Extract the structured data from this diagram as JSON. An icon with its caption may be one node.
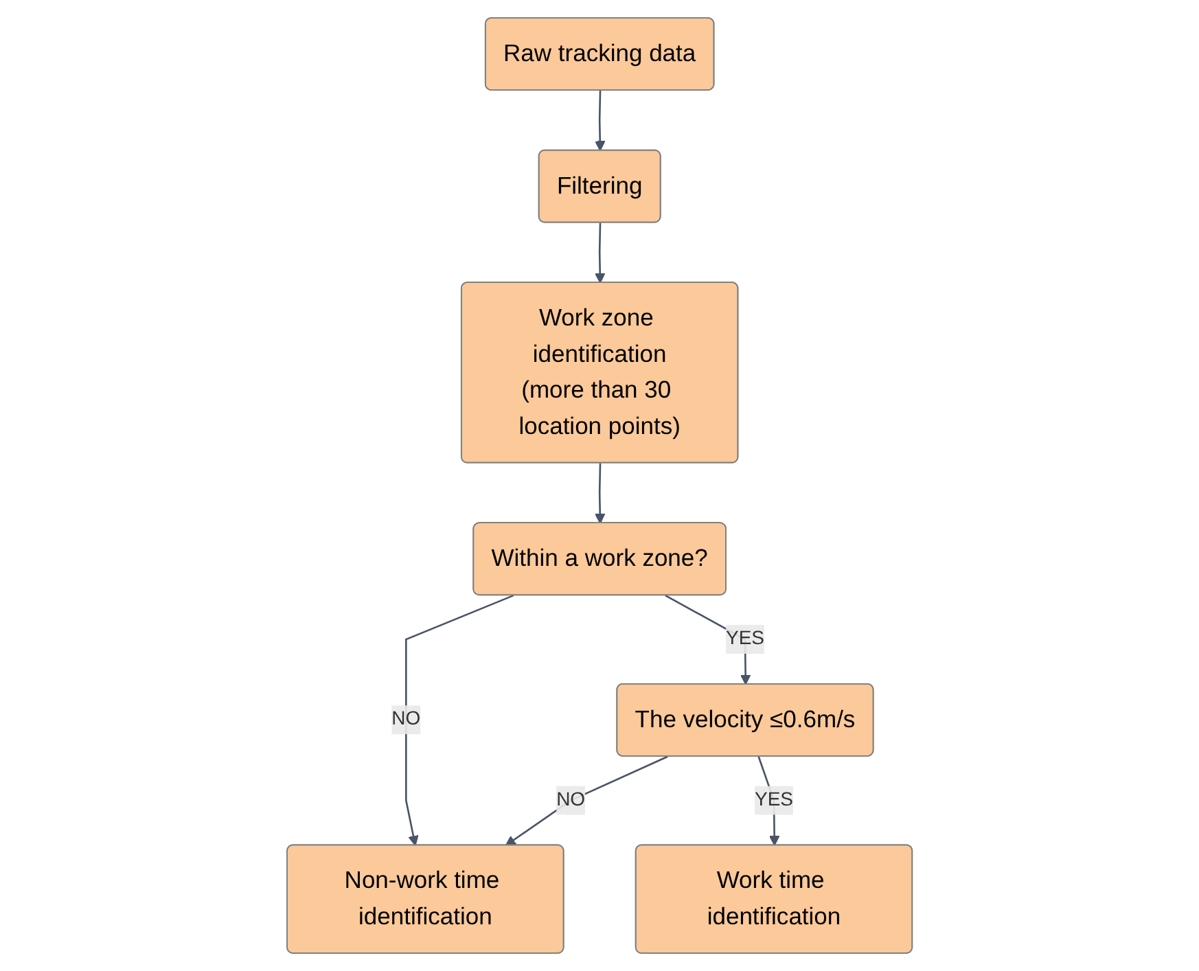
{
  "diagram": {
    "nodes": [
      {
        "text": [
          "Raw tracking data"
        ]
      },
      {
        "text": [
          "Filtering"
        ]
      },
      {
        "text": [
          "Work zone identification",
          "(more than 30 location points)"
        ]
      },
      {
        "text": [
          "Non-work time identification"
        ]
      },
      {
        "text": [
          "Within a work zone?"
        ]
      },
      {
        "text": [
          "The velocity ≤0.6m/s"
        ]
      },
      {
        "text": [
          "Work time identification"
        ]
      }
    ],
    "edges": [
      {
        "from": 0,
        "to": 1,
        "arrow": "to"
      },
      {
        "from": 1,
        "to": 2,
        "arrow": "to"
      },
      {
        "from": 2,
        "to": 4,
        "arrow": "to"
      },
      {
        "from": 4,
        "to": 3,
        "arrow": "to",
        "label": "NO"
      },
      {
        "from": 4,
        "to": 5,
        "arrow": "to",
        "label": "YES"
      },
      {
        "from": 5,
        "to": 3,
        "arrow": "to",
        "label": "NO"
      },
      {
        "from": 5,
        "to": 6,
        "arrow": "to",
        "label": "YES"
      }
    ]
  }
}
